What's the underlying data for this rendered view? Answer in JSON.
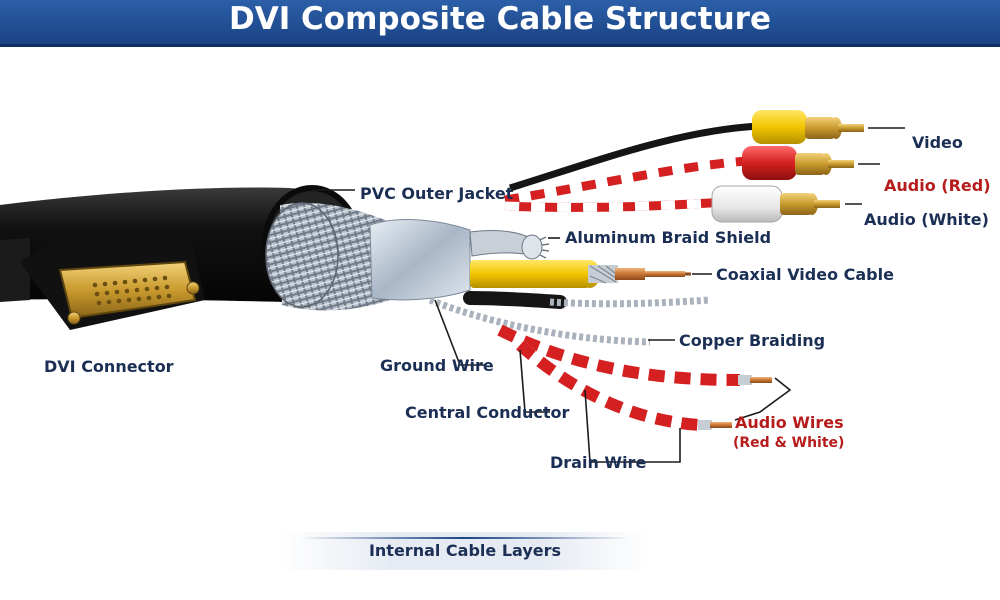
{
  "title": "DVI Composite Cable Structure",
  "labels": {
    "video": "Video",
    "audio_red": "Audio (Red)",
    "audio_white": "Audio (White)",
    "pvc_outer_jacket": "PVC Outer Jacket",
    "aluminum_braid_shield": "Aluminum Braid Shield",
    "coaxial_video_cable": "Coaxial Video Cable",
    "copper_braiding": "Copper Braiding",
    "dvi_connector": "DVI Connector",
    "ground_wire": "Ground Wire",
    "central_conductor": "Central Conductor",
    "audio_wires_line1": "Audio Wires",
    "audio_wires_line2": "(Red & White)",
    "drain_wire": "Drain Wire"
  },
  "footer": "Internal Cable Layers",
  "colors": {
    "title_bar": "#1a4384",
    "label_text": "#1b2f55",
    "label_red": "#b71c1c",
    "rca_yellow": "#f2c500",
    "rca_red": "#d42020",
    "rca_white": "#f0f0f0",
    "gold": "#c99a2e",
    "copper": "#c87533"
  }
}
